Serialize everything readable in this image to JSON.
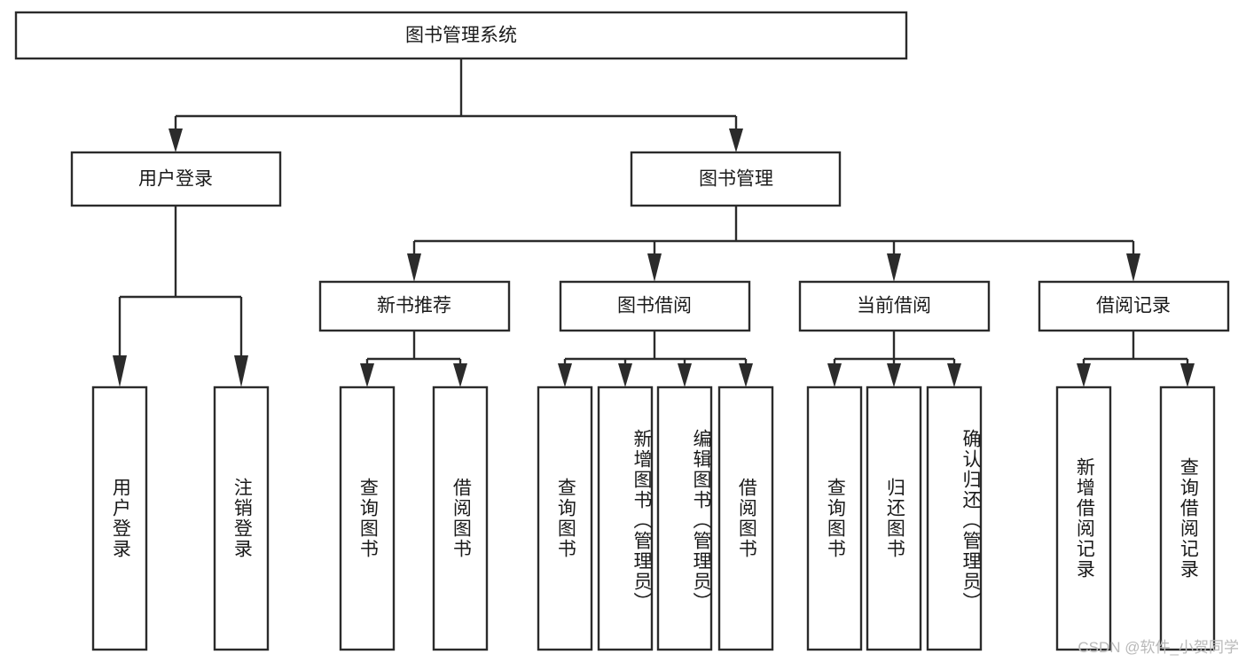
{
  "diagram": {
    "type": "tree-hierarchy-chart",
    "title": "图书管理系统",
    "watermark": "CSDN @软件_小贺同学",
    "colors": {
      "background": "#ffffff",
      "box_fill": "#ffffff",
      "box_stroke": "#2b2b2b",
      "text": "#1a1a1a",
      "watermark": "#b9b9b9"
    },
    "root": {
      "id": "root",
      "label": "图书管理系统"
    },
    "level2": [
      {
        "id": "user-login",
        "label": "用户登录"
      },
      {
        "id": "book-manage",
        "label": "图书管理"
      }
    ],
    "level3": [
      {
        "id": "new-book-recommend",
        "label": "新书推荐",
        "parent": "book-manage"
      },
      {
        "id": "book-borrow",
        "label": "图书借阅",
        "parent": "book-manage"
      },
      {
        "id": "current-borrow",
        "label": "当前借阅",
        "parent": "book-manage"
      },
      {
        "id": "borrow-record",
        "label": "借阅记录",
        "parent": "book-manage"
      }
    ],
    "leaves": [
      {
        "id": "leaf-user-login",
        "label": "用户登录",
        "parent": "user-login",
        "align": "mid"
      },
      {
        "id": "leaf-user-logout",
        "label": "注销登录",
        "parent": "user-login",
        "align": "mid"
      },
      {
        "id": "leaf-query-book-1",
        "label": "查询图书",
        "parent": "new-book-recommend",
        "align": "mid"
      },
      {
        "id": "leaf-borrow-book-1",
        "label": "借阅图书",
        "parent": "new-book-recommend",
        "align": "mid"
      },
      {
        "id": "leaf-query-book-2",
        "label": "查询图书",
        "parent": "book-borrow",
        "align": "mid"
      },
      {
        "id": "leaf-add-book",
        "label": "新增图书（管理员）",
        "parent": "book-borrow",
        "align": "top"
      },
      {
        "id": "leaf-edit-book",
        "label": "编辑图书（管理员）",
        "parent": "book-borrow",
        "align": "top"
      },
      {
        "id": "leaf-borrow-book-2",
        "label": "借阅图书",
        "parent": "book-borrow",
        "align": "mid"
      },
      {
        "id": "leaf-query-book-3",
        "label": "查询图书",
        "parent": "current-borrow",
        "align": "mid"
      },
      {
        "id": "leaf-return-book",
        "label": "归还图书",
        "parent": "current-borrow",
        "align": "mid"
      },
      {
        "id": "leaf-confirm-return",
        "label": "确认归还（管理员）",
        "parent": "current-borrow",
        "align": "top"
      },
      {
        "id": "leaf-add-record",
        "label": "新增借阅记录",
        "parent": "borrow-record",
        "align": "mid"
      },
      {
        "id": "leaf-query-record",
        "label": "查询借阅记录",
        "parent": "borrow-record",
        "align": "mid"
      }
    ]
  }
}
